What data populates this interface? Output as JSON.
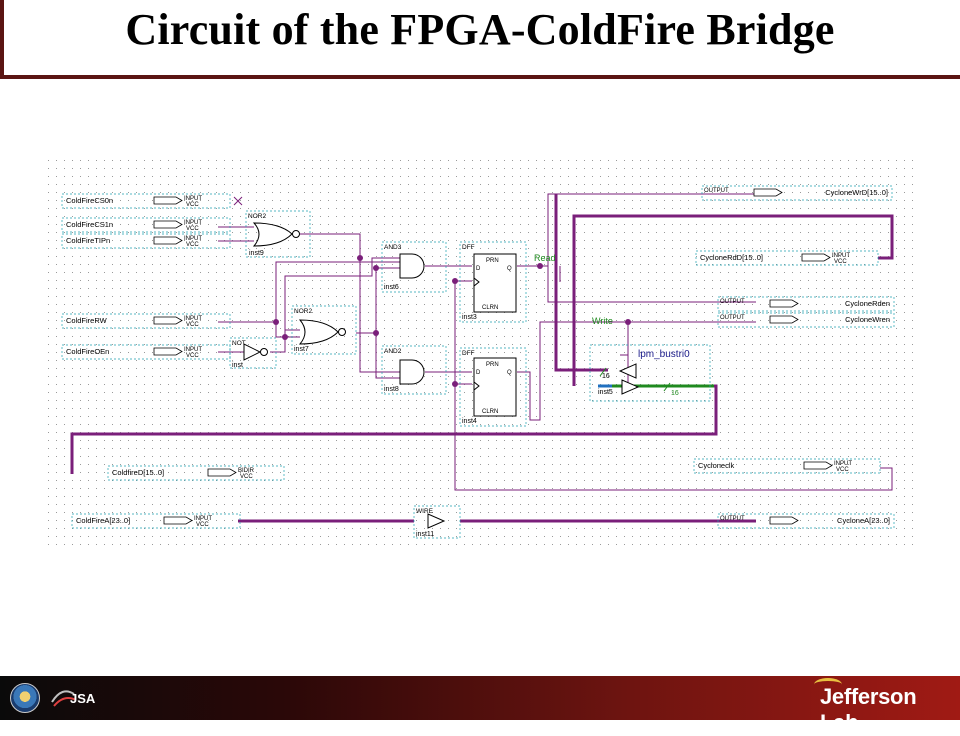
{
  "slide": {
    "title": "Circuit of the FPGA-ColdFire Bridge"
  },
  "colors": {
    "bus_purple": "#7a1f7a",
    "wire_purple": "#7a1f7a",
    "bus_green": "#1f8a1f",
    "block_border": "#20a0b0",
    "footer_red": "#a01a14"
  },
  "schematic": {
    "inputs": [
      {
        "name": "ColdFireCS0n",
        "type": "INPUT",
        "vcc": "VCC"
      },
      {
        "name": "ColdFireCS1n",
        "type": "INPUT",
        "vcc": "VCC"
      },
      {
        "name": "ColdFireTIPn",
        "type": "INPUT",
        "vcc": "VCC"
      },
      {
        "name": "ColdFireRW",
        "type": "INPUT",
        "vcc": "VCC"
      },
      {
        "name": "ColdFireOEn",
        "type": "INPUT",
        "vcc": "VCC"
      },
      {
        "name": "ColdfireD[15..0]",
        "type": "BIDIR",
        "vcc": "VCC"
      },
      {
        "name": "ColdFireA[23..0]",
        "type": "INPUT",
        "vcc": "VCC"
      }
    ],
    "outputs": [
      {
        "name": "CycloneWrD[15..0]",
        "type": "OUTPUT"
      },
      {
        "name": "CycloneRden",
        "type": "OUTPUT"
      },
      {
        "name": "CycloneWren",
        "type": "OUTPUT"
      },
      {
        "name": "CycloneA[23..0]",
        "type": "OUTPUT"
      }
    ],
    "right_inputs": [
      {
        "name": "CycloneRdD[15..0]",
        "type": "INPUT",
        "vcc": "VCC"
      },
      {
        "name": "Cycloneclk",
        "type": "INPUT",
        "vcc": "VCC"
      }
    ],
    "gates": [
      {
        "type": "NOR2",
        "inst": "inst9"
      },
      {
        "type": "NOR2",
        "inst": "inst7"
      },
      {
        "type": "NOT",
        "inst": "inst"
      },
      {
        "type": "AND3",
        "inst": "inst6"
      },
      {
        "type": "AND2",
        "inst": "inst8"
      },
      {
        "type": "WIRE",
        "inst": "inst11"
      }
    ],
    "flipflops": [
      {
        "type": "DFF",
        "inst": "inst3",
        "prn": "PRN",
        "clrn": "CLRN",
        "d": "D",
        "q": "Q"
      },
      {
        "type": "DFF",
        "inst": "inst4",
        "prn": "PRN",
        "clrn": "CLRN",
        "d": "D",
        "q": "Q"
      }
    ],
    "bustri": {
      "name": "lpm_bustri0",
      "inst": "inst5",
      "width_in": "16",
      "width_out": "16"
    },
    "net_labels": {
      "read": "Read",
      "write": "Write"
    }
  }
}
